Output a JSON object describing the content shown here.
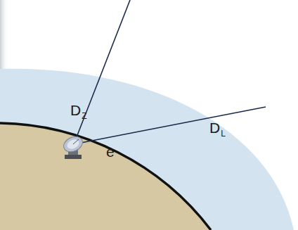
{
  "diagram": {
    "labels": [
      "D",
      "Z",
      "D",
      "L",
      "e"
    ]
  }
}
